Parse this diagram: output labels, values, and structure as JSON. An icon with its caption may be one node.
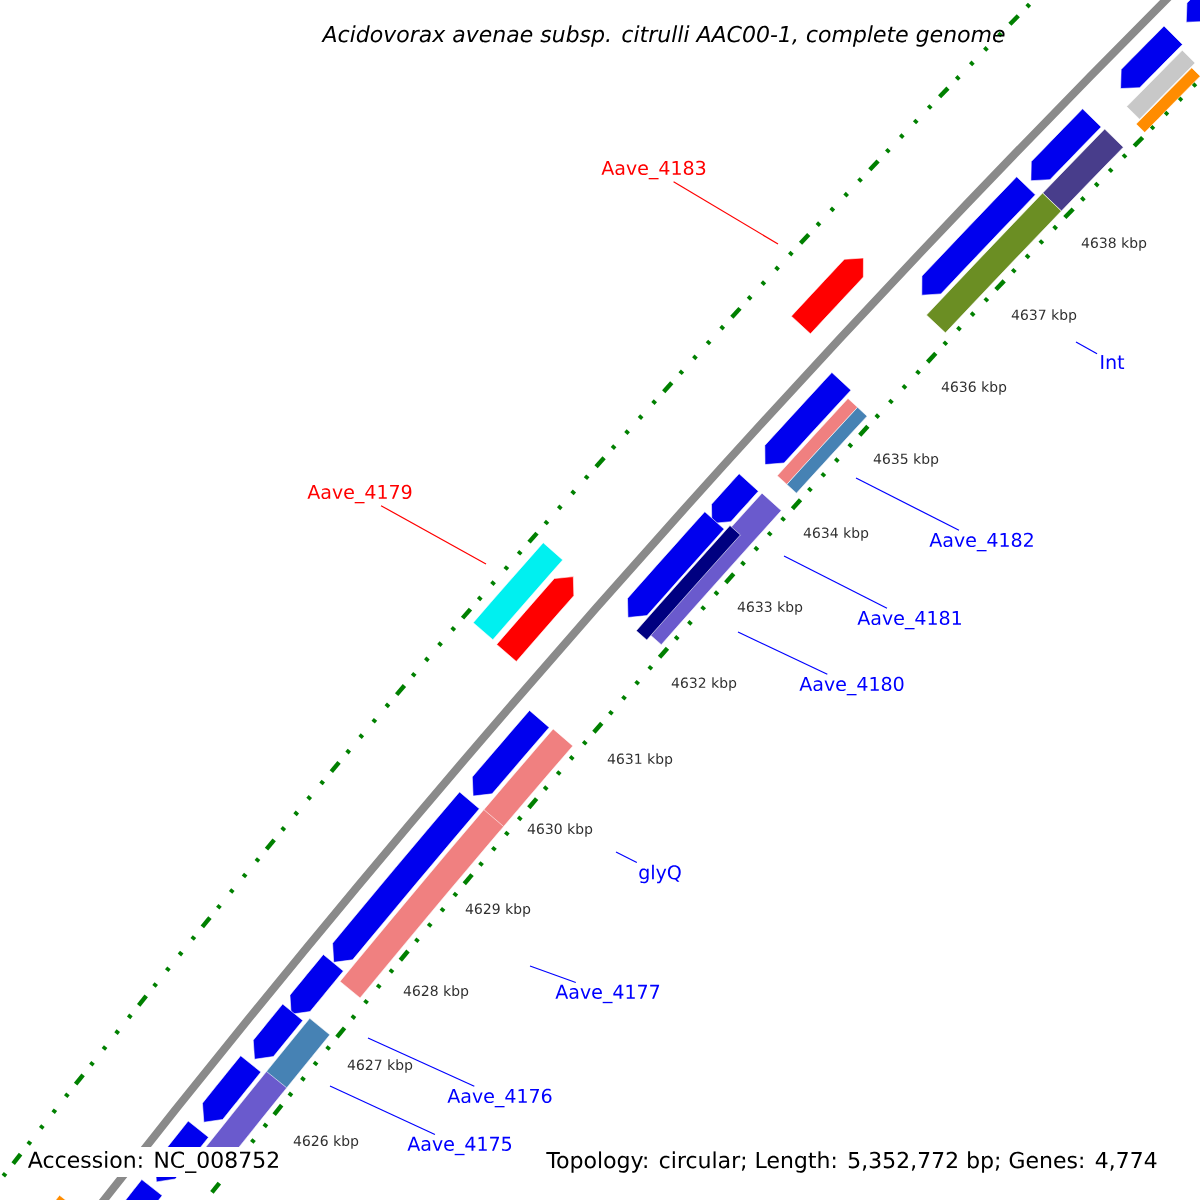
{
  "diagram": {
    "title": "Acidovorax avenae subsp. citrulli AAC00-1, complete genome",
    "nodes": [
      {
        "text": [
          "Aave_4183"
        ]
      },
      {
        "text": [
          "Int"
        ]
      },
      {
        "text": [
          "Aave_4179"
        ]
      },
      {
        "text": [
          "Aave_4182"
        ]
      },
      {
        "text": [
          "Aave_4181"
        ]
      },
      {
        "text": [
          "Aave_4180"
        ]
      },
      {
        "text": [
          "glyQ"
        ]
      },
      {
        "text": [
          "Aave_4177"
        ]
      },
      {
        "text": [
          "Aave_4176"
        ]
      },
      {
        "text": [
          "Aave_4175"
        ]
      }
    ],
    "edges": [
      {
        "from": 0,
        "to": null,
        "arrow": "none",
        "color": "#ff0000"
      },
      {
        "from": 1,
        "to": null,
        "arrow": "none"
      },
      {
        "from": 2,
        "to": null,
        "arrow": "none",
        "color": "#ff0000"
      },
      {
        "from": 3,
        "to": null,
        "arrow": "none"
      },
      {
        "from": 4,
        "to": null,
        "arrow": "none"
      },
      {
        "from": 5,
        "to": null,
        "arrow": "none"
      },
      {
        "from": 6,
        "to": null,
        "arrow": "none"
      },
      {
        "from": 7,
        "to": null,
        "arrow": "none"
      },
      {
        "from": 8,
        "to": null,
        "arrow": "none"
      },
      {
        "from": 9,
        "to": null,
        "arrow": "none"
      }
    ],
    "labels": [
      "4638 kbp",
      "4637 kbp",
      "4636 kbp",
      "4635 kbp",
      "4634 kbp",
      "4633 kbp",
      "4632 kbp",
      "4631 kbp",
      "4630 kbp",
      "4629 kbp",
      "4628 kbp",
      "4627 kbp",
      "4626 kbp",
      "Accession: NC_008752",
      "Topology: circular; Length: 5,352,772 bp; Genes: 4,774"
    ]
  }
}
